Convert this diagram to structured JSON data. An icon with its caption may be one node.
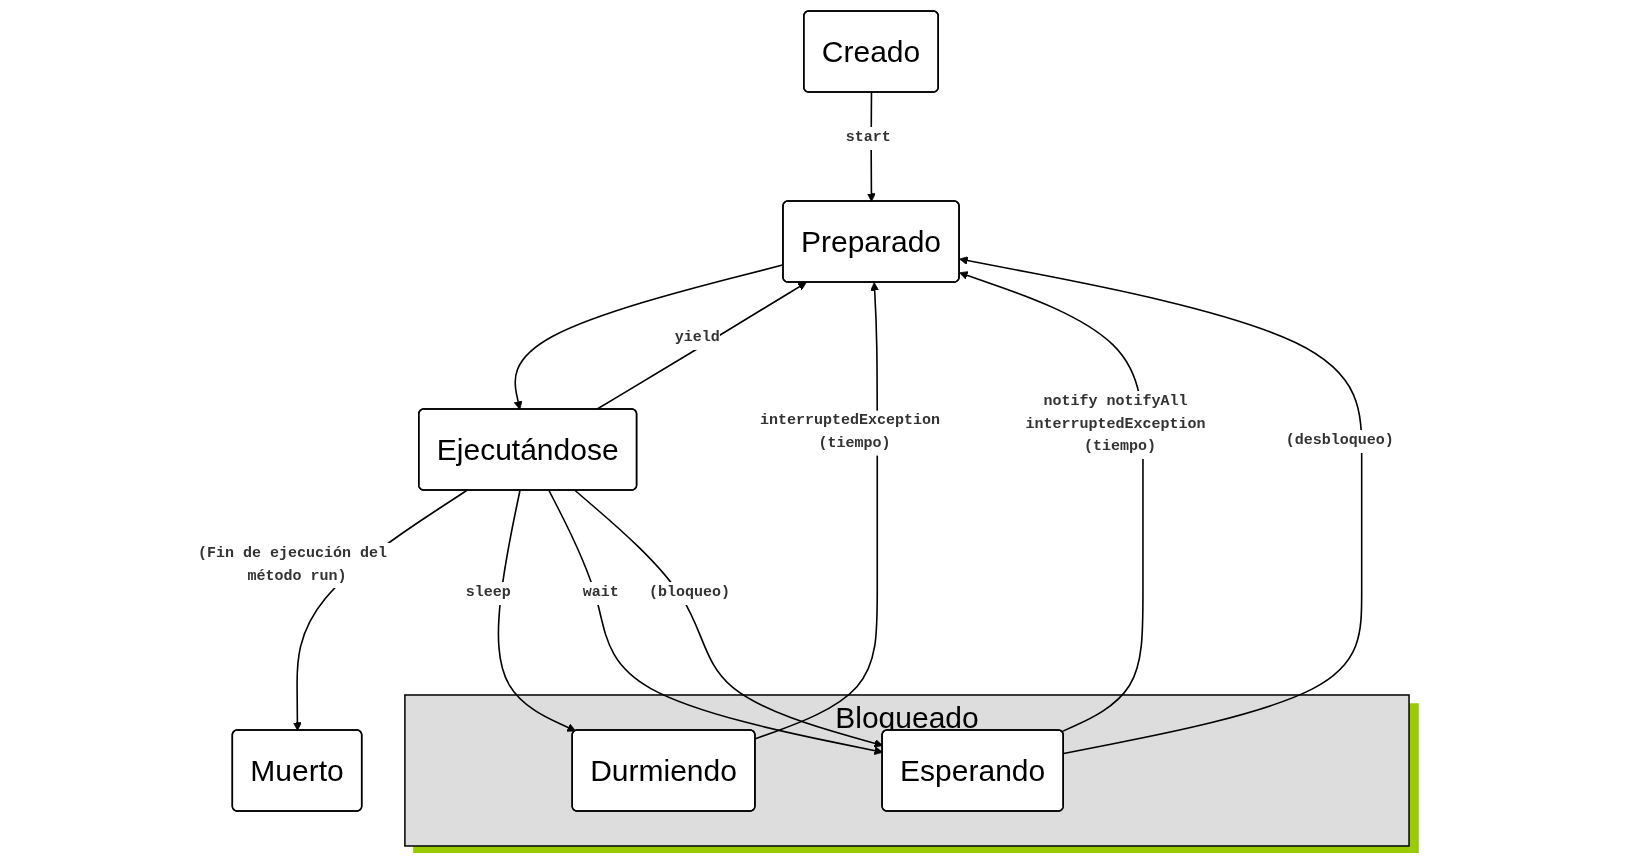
{
  "diagram": {
    "nodes": [
      {
        "text": [
          "Creado"
        ]
      },
      {
        "text": [
          "Muerto"
        ]
      },
      {
        "text": [
          "Preparado"
        ]
      },
      {
        "text": [
          "Ejecutándose"
        ]
      },
      {
        "text": [
          "Bloqueado"
        ]
      },
      {
        "text": [
          "Durmiendo"
        ],
        "in": 4
      },
      {
        "text": [
          "Esperando"
        ],
        "in": 4
      }
    ],
    "edges": [
      {
        "from": 0,
        "to": 2,
        "arrow": "to",
        "label": "start"
      },
      {
        "from": 3,
        "to": 1,
        "arrow": "to",
        "label": "(Fin de ejecución del método run)"
      },
      {
        "from": 2,
        "to": 3,
        "arrow": "to"
      },
      {
        "from": 3,
        "to": 2,
        "arrow": "to",
        "label": "yield"
      },
      {
        "from": 5,
        "to": 2,
        "arrow": "to",
        "label": "interruptedException (tiempo)"
      },
      {
        "from": 6,
        "to": 2,
        "arrow": "to",
        "label": "notify notifyAll interruptedException (tiempo)"
      },
      {
        "from": 3,
        "to": 5,
        "arrow": "to",
        "label": "sleep"
      },
      {
        "from": 3,
        "to": 6,
        "arrow": "to",
        "label": "wait"
      },
      {
        "from": 3,
        "to": 6,
        "arrow": "to",
        "label": "(bloqueo)"
      },
      {
        "from": 6,
        "to": 2,
        "arrow": "to",
        "label": "(desbloqueo)"
      }
    ]
  }
}
